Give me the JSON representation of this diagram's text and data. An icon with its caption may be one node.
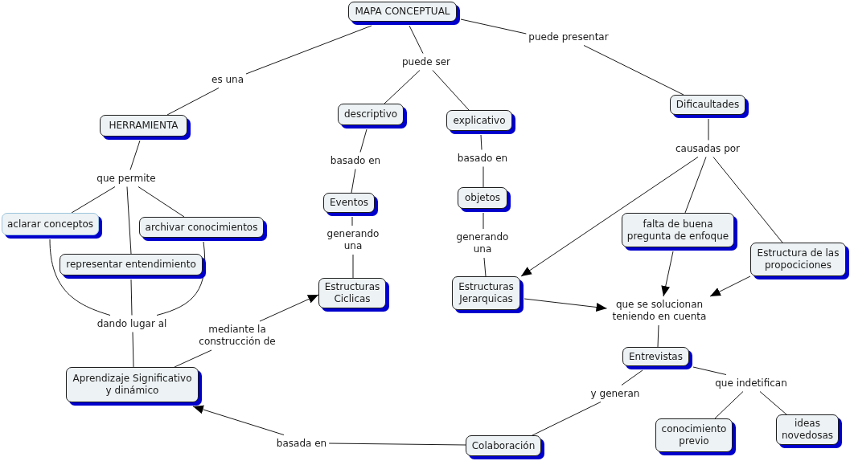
{
  "diagram": {
    "nodes": [
      {
        "text": [
          "MAPA CONCEPTUAL"
        ]
      },
      {
        "text": [
          "puede presentar"
        ]
      },
      {
        "text": [
          "es una"
        ]
      },
      {
        "text": [
          "puede ser"
        ]
      },
      {
        "text": [
          "HERRAMIENTA"
        ]
      },
      {
        "text": [
          "descriptivo"
        ]
      },
      {
        "text": [
          "explicativo"
        ]
      },
      {
        "text": [
          "Dificaultades"
        ]
      },
      {
        "text": [
          "causadas por"
        ]
      },
      {
        "text": [
          "basado en"
        ]
      },
      {
        "text": [
          "basado en"
        ]
      },
      {
        "text": [
          "que permite"
        ]
      },
      {
        "text": [
          "Eventos"
        ]
      },
      {
        "text": [
          "objetos"
        ]
      },
      {
        "text": [
          "falta de buena pregunta de enfoque"
        ]
      },
      {
        "text": [
          "aclarar conceptos"
        ]
      },
      {
        "text": [
          "archivar conocimientos"
        ]
      },
      {
        "text": [
          "generando una"
        ]
      },
      {
        "text": [
          "generando una"
        ]
      },
      {
        "text": [
          "Estructura de las propociciones"
        ]
      },
      {
        "text": [
          "representar entendimiento"
        ]
      },
      {
        "text": [
          "Estructuras Ciclicas"
        ]
      },
      {
        "text": [
          "Estructuras Jerarquicas"
        ]
      },
      {
        "text": [
          "que se solucionan teniendo en cuenta"
        ]
      },
      {
        "text": [
          "dando lugar al"
        ]
      },
      {
        "text": [
          "mediante la construcción de"
        ]
      },
      {
        "text": [
          "Entrevistas"
        ]
      },
      {
        "text": [
          "Aprendizaje Significativo y dinámico"
        ]
      },
      {
        "text": [
          "que indetifican"
        ]
      },
      {
        "text": [
          "y generan"
        ]
      },
      {
        "text": [
          "conocimiento previo"
        ]
      },
      {
        "text": [
          "ideas novedosas"
        ]
      },
      {
        "text": [
          "basada en"
        ]
      },
      {
        "text": [
          "Colaboración"
        ]
      }
    ],
    "edges": [
      {
        "from": 0,
        "to": 2,
        "arrow": "none"
      },
      {
        "from": 2,
        "to": 4,
        "arrow": "none"
      },
      {
        "from": 0,
        "to": 3,
        "arrow": "none"
      },
      {
        "from": 3,
        "to": 5,
        "arrow": "none"
      },
      {
        "from": 3,
        "to": 6,
        "arrow": "none"
      },
      {
        "from": 0,
        "to": 1,
        "arrow": "none"
      },
      {
        "from": 1,
        "to": 7,
        "arrow": "none"
      },
      {
        "from": 4,
        "to": 11,
        "arrow": "none"
      },
      {
        "from": 11,
        "to": 15,
        "arrow": "none"
      },
      {
        "from": 11,
        "to": 20,
        "arrow": "none"
      },
      {
        "from": 11,
        "to": 16,
        "arrow": "none"
      },
      {
        "from": 5,
        "to": 9,
        "arrow": "none"
      },
      {
        "from": 9,
        "to": 12,
        "arrow": "none"
      },
      {
        "from": 6,
        "to": 10,
        "arrow": "none"
      },
      {
        "from": 10,
        "to": 13,
        "arrow": "none"
      },
      {
        "from": 12,
        "to": 17,
        "arrow": "none"
      },
      {
        "from": 17,
        "to": 21,
        "arrow": "none"
      },
      {
        "from": 13,
        "to": 18,
        "arrow": "none"
      },
      {
        "from": 18,
        "to": 22,
        "arrow": "none"
      },
      {
        "from": 7,
        "to": 8,
        "arrow": "none"
      },
      {
        "from": 8,
        "to": 22,
        "arrow": "to"
      },
      {
        "from": 8,
        "to": 14,
        "arrow": "none"
      },
      {
        "from": 8,
        "to": 19,
        "arrow": "none"
      },
      {
        "from": 14,
        "to": 23,
        "arrow": "to"
      },
      {
        "from": 19,
        "to": 23,
        "arrow": "to"
      },
      {
        "from": 22,
        "to": 23,
        "arrow": "to"
      },
      {
        "from": 23,
        "to": 26,
        "arrow": "none"
      },
      {
        "from": 15,
        "to": 24,
        "arrow": "none"
      },
      {
        "from": 20,
        "to": 24,
        "arrow": "none"
      },
      {
        "from": 16,
        "to": 24,
        "arrow": "none"
      },
      {
        "from": 24,
        "to": 27,
        "arrow": "none"
      },
      {
        "from": 27,
        "to": 25,
        "arrow": "none"
      },
      {
        "from": 25,
        "to": 21,
        "arrow": "to"
      },
      {
        "from": 26,
        "to": 28,
        "arrow": "none"
      },
      {
        "from": 28,
        "to": 30,
        "arrow": "none"
      },
      {
        "from": 28,
        "to": 31,
        "arrow": "none"
      },
      {
        "from": 26,
        "to": 29,
        "arrow": "none"
      },
      {
        "from": 29,
        "to": 33,
        "arrow": "none"
      },
      {
        "from": 33,
        "to": 32,
        "arrow": "none"
      },
      {
        "from": 32,
        "to": 27,
        "arrow": "to"
      }
    ]
  }
}
